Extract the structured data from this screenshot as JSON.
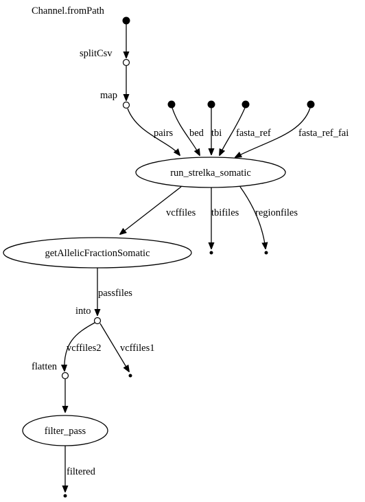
{
  "nodes": {
    "channel_from_path": "Channel.fromPath",
    "split_csv": "splitCsv",
    "map": "map",
    "run_strelka_somatic": "run_strelka_somatic",
    "get_allelic_fraction_somatic": "getAllelicFractionSomatic",
    "into": "into",
    "flatten": "flatten",
    "filter_pass": "filter_pass"
  },
  "edges": {
    "pairs": "pairs",
    "bed": "bed",
    "tbi": "tbi",
    "fasta_ref": "fasta_ref",
    "fasta_ref_fai": "fasta_ref_fai",
    "vcffiles": "vcffiles",
    "tbifiles": "tbifiles",
    "regionfiles": "regionfiles",
    "passfiles": "passfiles",
    "vcffiles2": "vcffiles2",
    "vcffiles1": "vcffiles1",
    "filtered": "filtered"
  }
}
